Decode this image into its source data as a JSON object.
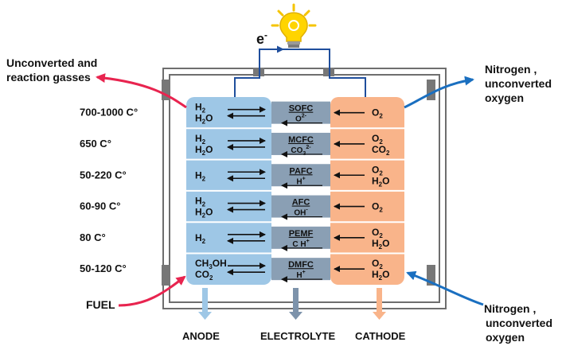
{
  "electron_label": "e",
  "electron_superscript": "-",
  "left_outlet": [
    "Unconverted and",
    "reaction gasses"
  ],
  "right_outlet": [
    "Nitrogen ,",
    "unconverted",
    "oxygen"
  ],
  "right_inlet": [
    "Nitrogen ,",
    "unconverted",
    "oxygen"
  ],
  "fuel_label": "FUEL",
  "bottom_labels": {
    "anode": "ANODE",
    "electrolyte": "ELECTROLYTE",
    "cathode": "CATHODE"
  },
  "colors": {
    "anode": "#9ec7e6",
    "electrolyte": "#8a9fb4",
    "cathode": "#f9b48a",
    "inlet_arrow": "#e8244f",
    "outlet_arrow": "#1a6fc0",
    "wire": "#1f4e9c"
  },
  "cells": [
    {
      "temp": "700-1000 C°",
      "type": "SOFC",
      "ion": "O",
      "ion_sup": "2-",
      "anode": [
        [
          "H",
          "2",
          ""
        ],
        [
          "H",
          "2",
          "O"
        ]
      ],
      "cathode": [
        [
          "O",
          "2",
          ""
        ]
      ]
    },
    {
      "temp": "650 C°",
      "type": "MCFC",
      "ion": "CO",
      "ion_sub": "3",
      "ion_sup": "2-",
      "anode": [
        [
          "H",
          "2",
          ""
        ],
        [
          "H",
          "2",
          "O"
        ]
      ],
      "cathode": [
        [
          "O",
          "2",
          ""
        ],
        [
          "CO",
          "2",
          ""
        ]
      ]
    },
    {
      "temp": "50-220 C°",
      "type": "PAFC",
      "ion": "H",
      "ion_sup": "+",
      "anode": [
        [
          "H",
          "2",
          ""
        ]
      ],
      "cathode": [
        [
          "O",
          "2",
          ""
        ],
        [
          "H",
          "2",
          "O"
        ]
      ]
    },
    {
      "temp": "60-90 C°",
      "type": "AFC",
      "ion": "OH",
      "ion_sup": "-",
      "anode": [
        [
          "H",
          "2",
          ""
        ],
        [
          "H",
          "2",
          "O"
        ]
      ],
      "cathode": [
        [
          "O",
          "2",
          ""
        ]
      ]
    },
    {
      "temp": "80 C°",
      "type": "PEMF",
      "ion": "C H",
      "ion_sup": "+",
      "anode": [
        [
          "H",
          "2",
          ""
        ]
      ],
      "cathode": [
        [
          "O",
          "2",
          ""
        ],
        [
          "H",
          "2",
          "O"
        ]
      ]
    },
    {
      "temp": "50-120 C°",
      "type": "DMFC",
      "ion": "H",
      "ion_sup": "+",
      "anode": [
        [
          "CH",
          "3",
          "OH"
        ],
        [
          "CO",
          "2",
          ""
        ]
      ],
      "cathode": [
        [
          "O",
          "2",
          ""
        ],
        [
          "H",
          "2",
          "O"
        ]
      ]
    }
  ]
}
